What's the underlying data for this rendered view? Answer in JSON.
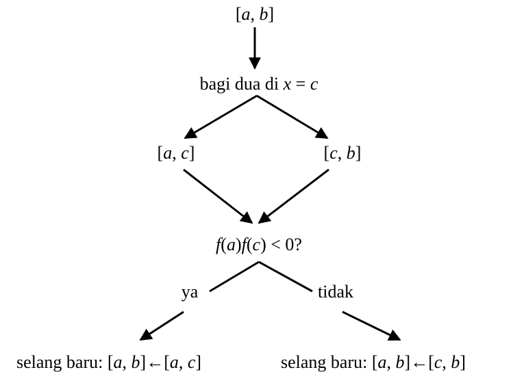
{
  "nodes": {
    "start": {
      "open": "[",
      "a": "a",
      "sep": ", ",
      "b": "b",
      "close": "]"
    },
    "bisect": {
      "text": "bagi dua di ",
      "x": "x",
      "eq": " = ",
      "c": "c"
    },
    "left_interval": {
      "open": "[",
      "a": "a",
      "sep": ", ",
      "c": "c",
      "close": "]"
    },
    "right_interval": {
      "open": "[",
      "c": "c",
      "sep": ", ",
      "b": "b",
      "close": "]"
    },
    "test": {
      "f1": "f",
      "p1": "(",
      "a": "a",
      "p2": ")",
      "f2": "f",
      "p3": "(",
      "c": "c",
      "p4": ")",
      "rest": " < 0?"
    },
    "yes_label": "ya",
    "no_label": "tidak",
    "result_left": {
      "prefix": "selang baru: ",
      "o1": "[",
      "a": "a",
      "s1": ", ",
      "b": "b",
      "c1": "]",
      "arrow": "←",
      "o2": "[",
      "a2": "a",
      "s2": ", ",
      "c": "c",
      "c2": "]"
    },
    "result_right": {
      "prefix": "selang baru: ",
      "o1": "[",
      "a": "a",
      "s1": ", ",
      "b": "b",
      "c1": "]",
      "arrow": "←",
      "o2": "[",
      "c": "c",
      "s2": ", ",
      "b2": "b",
      "c2": "]"
    }
  },
  "colors": {
    "line": "#000000",
    "text": "#000000"
  }
}
